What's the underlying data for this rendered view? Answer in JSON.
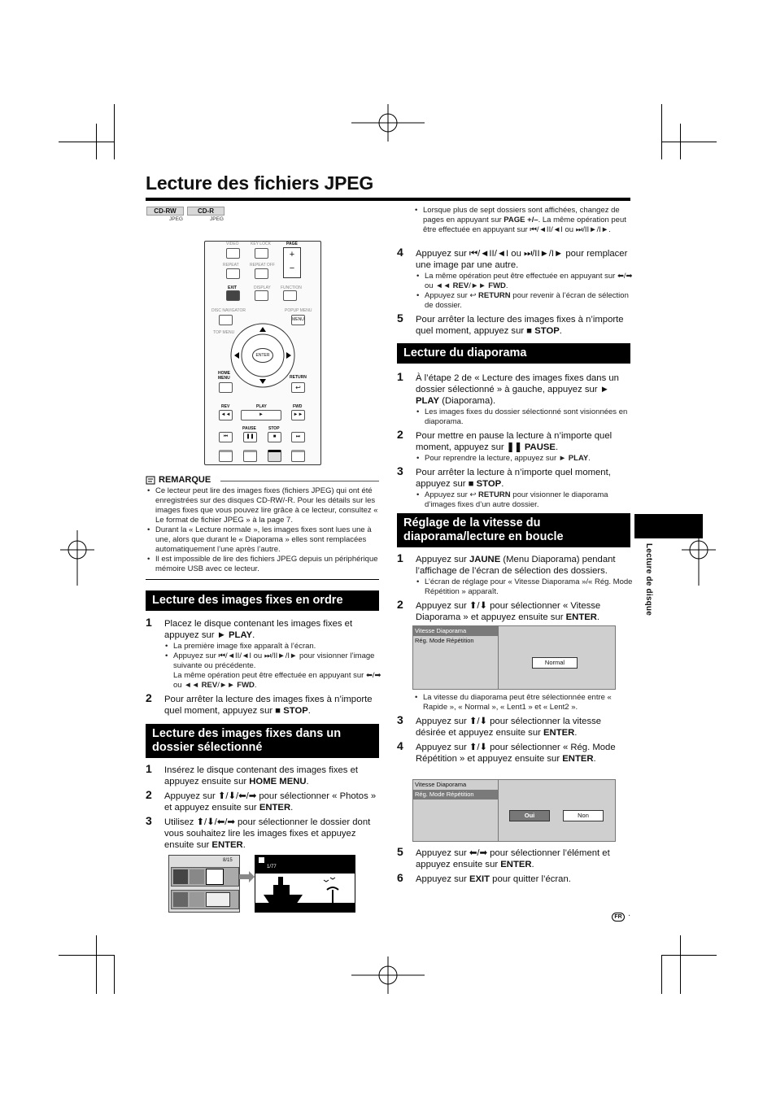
{
  "title": "Lecture des fichiers JPEG",
  "badges": [
    {
      "label": "CD-RW",
      "sub": "JPEG"
    },
    {
      "label": "CD-R",
      "sub": "JPEG"
    }
  ],
  "remote": {
    "labels": [
      "VIDEO",
      "KEY LOCK",
      "PAGE",
      "REPEAT",
      "REPEAT OFF",
      "EXIT",
      "DISPLAY",
      "FUNCTION",
      "DISC NAVIGATOR",
      "POPUP MENU",
      "TOP MENU",
      "MENU",
      "ENTER",
      "HOME MENU",
      "RETURN",
      "REV",
      "PLAY",
      "FWD",
      "PAUSE",
      "STOP"
    ]
  },
  "remarque": {
    "heading": "REMARQUE",
    "items": [
      "Ce lecteur peut lire des images fixes (fichiers JPEG) qui ont été enregistrées sur des disques CD-RW/-R. Pour les détails sur les images fixes que vous pouvez lire grâce à ce lecteur, consultez « Le format de fichier JPEG » à la page 7.",
      "Durant la « Lecture normale », les images fixes sont lues une à une, alors que durant le « Diaporama » elles sont remplacées automatiquement l’une après l’autre.",
      "Il est impossible de lire des fichiers JPEG depuis un périphérique mémoire USB avec ce lecteur."
    ]
  },
  "section1": {
    "heading": "Lecture des images fixes en ordre",
    "steps": [
      {
        "num": "1",
        "html": "Placez le disque contenant les images fixes et appuyez sur <b>► PLAY</b>.",
        "subs": [
          "La première image fixe apparaît à l’écran.",
          "Appuyez sur ⏮/◄II/◄I ou ⏭/II►/I► pour visionner l’image suivante ou précédente.<br>La même opération peut être effectuée en appuyant sur ⬅/➡ ou <b>◄◄ REV</b>/<b>►► FWD</b>."
        ]
      },
      {
        "num": "2",
        "html": "Pour arrêter la lecture des images fixes à n’importe quel moment, appuyez sur <b>■ STOP</b>.",
        "subs": []
      }
    ]
  },
  "section2": {
    "heading": "Lecture des images fixes dans un dossier sélectionné",
    "steps": [
      {
        "num": "1",
        "html": "Insérez le disque contenant des images fixes et appuyez ensuite sur <b>HOME MENU</b>.",
        "subs": []
      },
      {
        "num": "2",
        "html": "Appuyez sur ⬆/⬇/⬅/➡ pour sélectionner « Photos » et appuyez ensuite sur <b>ENTER</b>.",
        "subs": []
      },
      {
        "num": "3",
        "html": "Utilisez ⬆/⬇/⬅/➡ pour sélectionner le dossier dont vous souhaitez lire les images fixes et appuyez ensuite sur <b>ENTER</b>.",
        "subs": []
      }
    ],
    "thumb_counter": "8/15",
    "photo_counter": "1/77"
  },
  "right_top": {
    "bullet": "Lorsque plus de sept dossiers sont affichées, changez de pages en appuyant sur <b>PAGE +/–</b>. La même opération peut être effectuée en appuyant sur ⏮/◄II/◄I ou ⏭/II►/I►.",
    "steps": [
      {
        "num": "4",
        "html": "Appuyez sur ⏮/◄II/◄I ou ⏭/II►/I► pour remplacer une image par une autre.",
        "subs": [
          "La même opération peut être effectuée en appuyant sur ⬅/➡ ou <b>◄◄ REV</b>/<b>►► FWD</b>.",
          "Appuyez sur ↩ <b>RETURN</b> pour revenir à l’écran de sélection de dossier."
        ]
      },
      {
        "num": "5",
        "html": "Pour arrêter la lecture des images fixes à n’importe quel moment, appuyez sur <b>■ STOP</b>.",
        "subs": []
      }
    ]
  },
  "section3": {
    "heading": "Lecture du diaporama",
    "steps": [
      {
        "num": "1",
        "html": "À l’étape 2 de « Lecture des images fixes dans un dossier sélectionné » à gauche, appuyez sur <b>► PLAY</b> (Diaporama).",
        "subs": [
          "Les images fixes du dossier sélectionné sont visionnées en diaporama."
        ]
      },
      {
        "num": "2",
        "html": "Pour mettre en pause la lecture à n’importe quel moment, appuyez sur <b>❚❚ PAUSE</b>.",
        "subs": [
          "Pour reprendre la lecture, appuyez sur <b>► PLAY</b>."
        ]
      },
      {
        "num": "3",
        "html": "Pour arrêter la lecture à n’importe quel moment, appuyez sur <b>■ STOP</b>.",
        "subs": [
          "Appuyez sur ↩ <b>RETURN</b> pour visionner le diaporama d’images fixes d’un autre dossier."
        ]
      }
    ]
  },
  "section4": {
    "heading": "Réglage de la vitesse du diaporama/lecture en boucle",
    "steps_a": [
      {
        "num": "1",
        "html": "Appuyez sur <b>JAUNE</b> (Menu Diaporama) pendant l’affichage de l’écran de sélection des dossiers.",
        "subs": [
          "L’écran de réglage pour « Vitesse Diaporama »/« Rég. Mode Répétition » apparaît."
        ]
      },
      {
        "num": "2",
        "html": "Appuyez sur ⬆/⬇ pour sélectionner « Vitesse Diaporama » et appuyez ensuite sur <b>ENTER</b>.",
        "subs": []
      }
    ],
    "screen1": {
      "items": [
        "Vitesse Diaporama",
        "Rég. Mode Répétition"
      ],
      "value": "Normal"
    },
    "bullet_mid": "La vitesse du diaporama peut être sélectionnée entre « Rapide », « Normal », « Lent1 » et « Lent2 ».",
    "steps_b": [
      {
        "num": "3",
        "html": "Appuyez sur ⬆/⬇ pour sélectionner la vitesse désirée et appuyez ensuite sur <b>ENTER</b>.",
        "subs": []
      },
      {
        "num": "4",
        "html": "Appuyez sur ⬆/⬇ pour sélectionner « Rég. Mode Répétition » et appuyez ensuite sur <b>ENTER</b>.",
        "subs": []
      }
    ],
    "screen2": {
      "items": [
        "Vitesse Diaporama",
        "Rég. Mode Répétition"
      ],
      "opt1": "Oui",
      "opt2": "Non"
    },
    "steps_c": [
      {
        "num": "5",
        "html": "Appuyez sur ⬅/➡ pour sélectionner l’élément et appuyez ensuite sur <b>ENTER</b>.",
        "subs": []
      },
      {
        "num": "6",
        "html": "Appuyez sur <b>EXIT</b> pour quitter l’écran.",
        "subs": []
      }
    ]
  },
  "side_label": "Lecture de disque",
  "lang_badge": "FR",
  "page_dot": "·"
}
